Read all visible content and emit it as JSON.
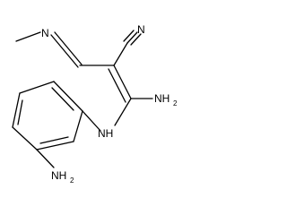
{
  "molecule": {
    "atoms": {
      "nitrile_n": "N",
      "imine_n": "N",
      "amine_top": {
        "main": "NH",
        "sub": "2"
      },
      "linker_nh": "NH",
      "amine_bottom": {
        "main": "NH",
        "sub": "2"
      }
    }
  }
}
